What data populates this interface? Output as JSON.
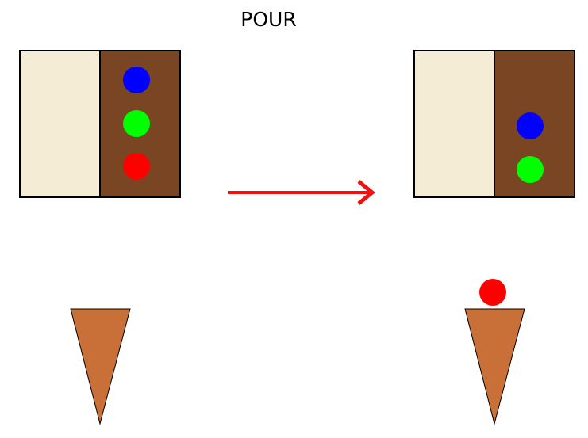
{
  "title": "POUR",
  "colors": {
    "background": "#ffffff",
    "freezer_door": "#f4ecd4",
    "freezer_body": "#7a4523",
    "outline": "#000000",
    "arrow": "#ee1111",
    "cone": "#c87038",
    "scoop_blue": "#0000ff",
    "scoop_green": "#00ff00",
    "scoop_red": "#ff0000"
  },
  "before": {
    "freezer_scoops": [
      "blue",
      "green",
      "red"
    ],
    "cone_scoops": []
  },
  "after": {
    "freezer_scoops": [
      "blue",
      "green"
    ],
    "cone_scoops": [
      "red"
    ]
  },
  "transition_arrow": "right-arrow"
}
